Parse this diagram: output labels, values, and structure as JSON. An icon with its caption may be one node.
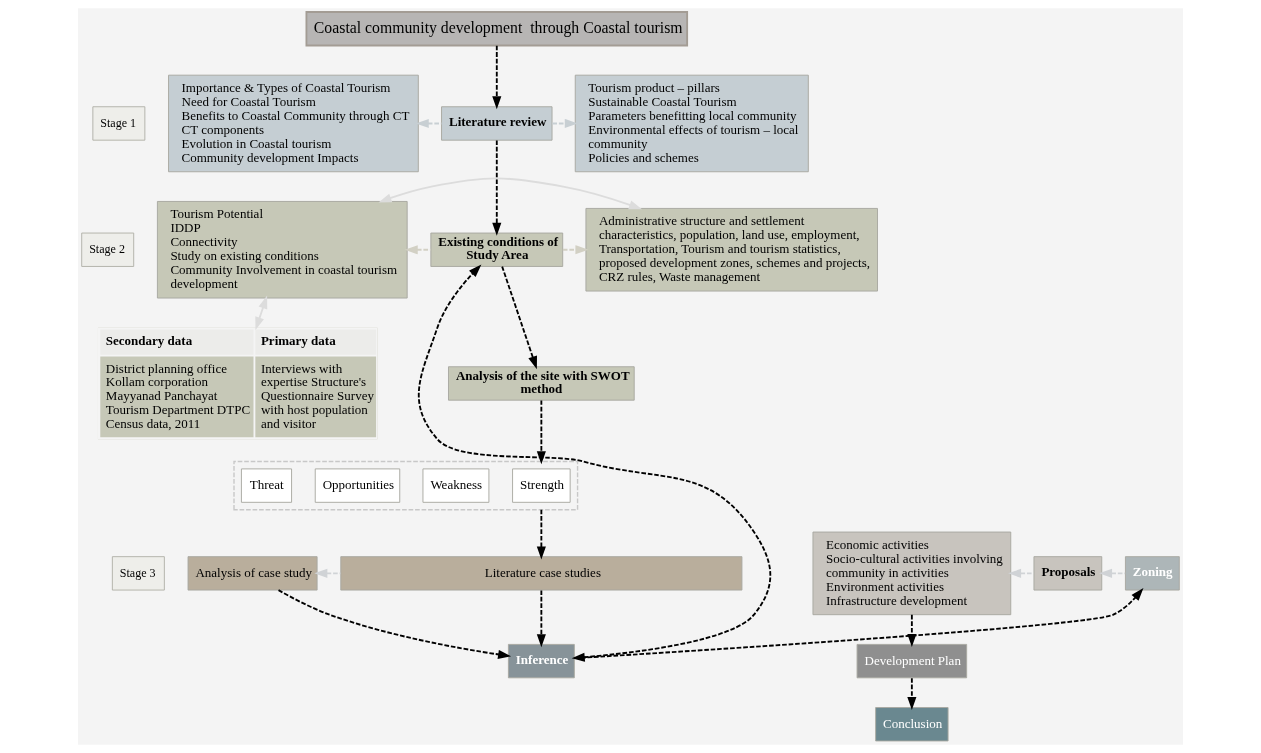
{
  "diagram": {
    "nodes": [
      {
        "text": [
          "Coastal community development  through Coastal tourism"
        ]
      },
      {
        "text": [
          "Stage 1"
        ]
      },
      {
        "text": [
          "Importance & Types of Coastal Tourism",
          "Need for Coastal Tourism",
          "Benefits to Coastal Community through CT",
          "CT components",
          "Evolution in Coastal tourism",
          "Community development Impacts"
        ]
      },
      {
        "text": [
          "Literature review"
        ]
      },
      {
        "text": [
          "Tourism product – pillars",
          "Sustainable Coastal Tourism",
          "Parameters benefitting local community",
          "Environmental effects of tourism – local community",
          "Policies and schemes"
        ]
      },
      {
        "text": [
          "Stage 2"
        ]
      },
      {
        "text": [
          "Tourism Potential",
          "IDDP",
          "Connectivity",
          "Study on existing conditions",
          "Community Involvement in coastal tourism development"
        ]
      },
      {
        "text": [
          "Existing conditions of Study Area"
        ]
      },
      {
        "text": [
          "Administrative structure and settlement characteristics, population, land use, employment, Transportation, Tourism and tourism statistics, proposed development zones, schemes and projects, CRZ rules, Waste management"
        ]
      },
      {
        "text": [
          "Secondary data",
          "Primary data",
          "District planning office Kollam corporation Mayyanad Panchayat Tourism Department DTPC Census data, 2011",
          "Interviews with expertise Structure's Questionnaire Survey with host population  and visitor"
        ]
      },
      {
        "text": [
          "Analysis of the site with SWOT method"
        ]
      },
      {
        "text": [],
        "shape": "box"
      },
      {
        "text": [
          "Strength"
        ],
        "in": 11
      },
      {
        "text": [
          "Weakness"
        ],
        "in": 11
      },
      {
        "text": [
          "Opportunities"
        ],
        "in": 11
      },
      {
        "text": [
          "Threat"
        ],
        "in": 11
      },
      {
        "text": [
          "Stage 3"
        ]
      },
      {
        "text": [
          "Analysis of case study"
        ]
      },
      {
        "text": [
          "Literature case studies"
        ]
      },
      {
        "text": [
          "Economic activities",
          "Socio-cultural activities involving community in activities",
          "Environment activities",
          "Infrastructure development"
        ]
      },
      {
        "text": [
          "Inference"
        ]
      },
      {
        "text": [
          "Development Plan"
        ]
      },
      {
        "text": [
          "Proposals"
        ]
      },
      {
        "text": [
          "Zoning"
        ]
      },
      {
        "text": [
          "Conclusion"
        ]
      }
    ],
    "edges": [
      {
        "from": 0,
        "to": 3,
        "arrow": "to",
        "style": "dashed"
      },
      {
        "from": 3,
        "to": 2,
        "arrow": "to",
        "style": "dashed",
        "color": "#c8cfd3"
      },
      {
        "from": 3,
        "to": 4,
        "arrow": "to",
        "style": "dashed",
        "color": "#c8cfd3"
      },
      {
        "from": 3,
        "to": 7,
        "arrow": "to",
        "style": "dashed"
      },
      {
        "from": 7,
        "to": 6,
        "arrow": "to",
        "style": "dashed",
        "color": "#d2d0c4"
      },
      {
        "from": 7,
        "to": 8,
        "arrow": "to",
        "style": "dashed",
        "color": "#d2d0c4"
      },
      {
        "from": 6,
        "to": 8,
        "arrow": "both",
        "color": "#dcdcdc"
      },
      {
        "from": 6,
        "to": 9,
        "arrow": "both",
        "color": "#dcdcdc"
      },
      {
        "from": 7,
        "to": 10,
        "arrow": "to",
        "style": "dashed"
      },
      {
        "from": 10,
        "to": 11,
        "arrow": "to",
        "style": "dashed"
      },
      {
        "from": 11,
        "to": 18,
        "arrow": "to",
        "style": "dashed"
      },
      {
        "from": 18,
        "to": 17,
        "arrow": "to",
        "style": "dashed",
        "color": "#d0d3d6"
      },
      {
        "from": 17,
        "to": 20,
        "arrow": "to",
        "style": "dashed"
      },
      {
        "from": 18,
        "to": 20,
        "arrow": "to",
        "style": "dashed"
      },
      {
        "from": 20,
        "to": 7,
        "arrow": "both",
        "style": "dashed"
      },
      {
        "from": 20,
        "to": 23,
        "arrow": "to",
        "style": "dashed"
      },
      {
        "from": 23,
        "to": 22,
        "arrow": "to",
        "style": "dashed",
        "color": "#d0d3d6"
      },
      {
        "from": 22,
        "to": 19,
        "arrow": "to",
        "style": "dashed",
        "color": "#d0d3d6"
      },
      {
        "from": 19,
        "to": 21,
        "arrow": "to",
        "style": "dashed"
      },
      {
        "from": 21,
        "to": 24,
        "arrow": "to",
        "style": "dashed"
      }
    ]
  }
}
